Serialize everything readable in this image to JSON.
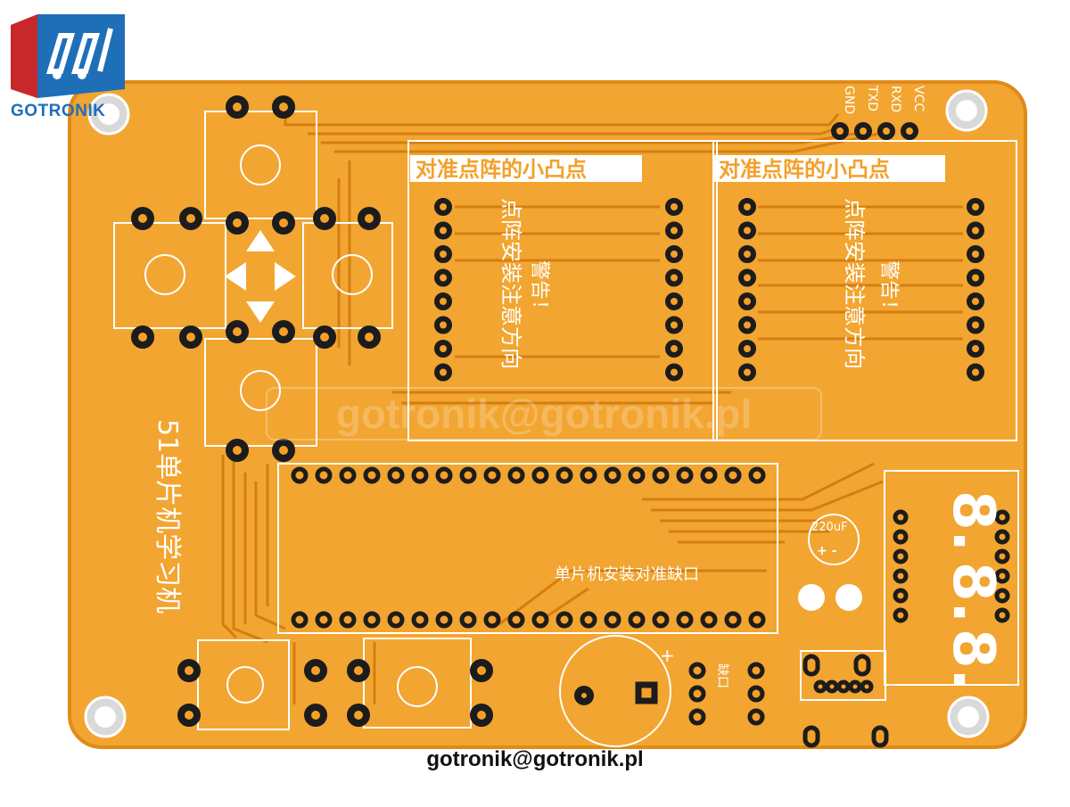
{
  "brand": {
    "logo_text": "GOTRONIK",
    "email": "gotronik@gotronik.pl",
    "watermark": "gotronik@gotronik.pl",
    "colors": {
      "board": "#f4a028",
      "board_edge": "#e8901a",
      "trace": "#d27c10",
      "silk": "#ffffff",
      "logo_blue": "#1f6fb8",
      "logo_red": "#c8282c"
    }
  },
  "pcb": {
    "uart_labels": [
      "VCC",
      "RXD",
      "TXD",
      "GND"
    ],
    "matrix_left_title": "对准点阵的小凸点",
    "matrix_right_title": "对准点阵的小凸点",
    "matrix_left_note": "点阵安装注意方向",
    "matrix_right_note": "点阵安装注意方向",
    "warning_left": "警告！",
    "warning_right": "警告！",
    "mcu_label": "单片机安装对准缺口",
    "capacitor_label": "220uF",
    "capacitor_polarity": "+ -",
    "board_name": "51单片机学习机",
    "notch_label": "缺口",
    "plus_sign": "+"
  }
}
